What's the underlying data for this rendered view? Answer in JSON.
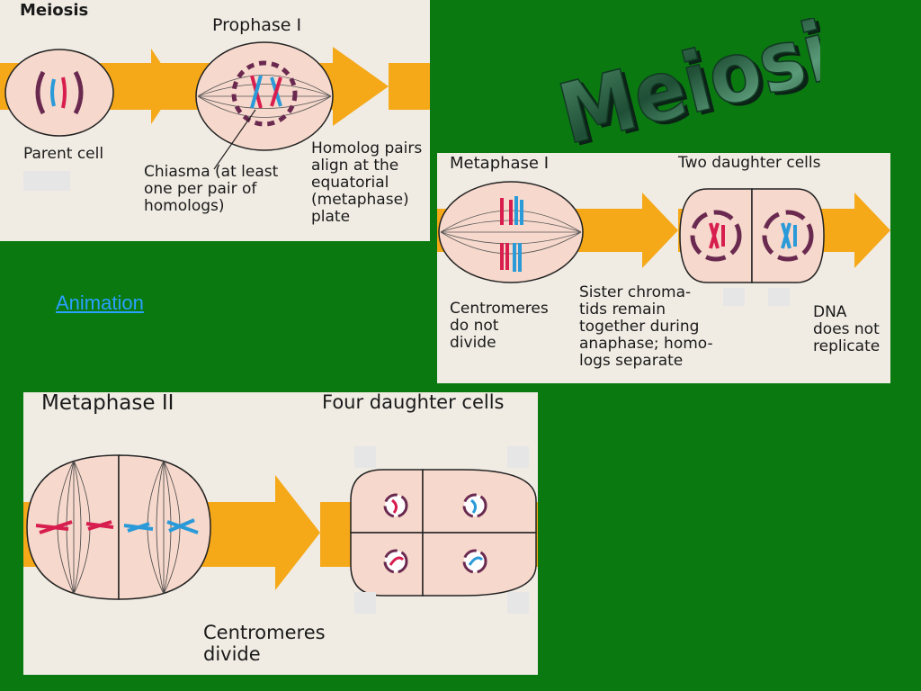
{
  "slide_title": "Meiosis",
  "link": {
    "animation": "Animation"
  },
  "panel1": {
    "heading": "Meiosis",
    "stage": "Prophase I",
    "parent_cell": "Parent cell",
    "chiasma": "Chiasma (at least\none per pair of\nhomologs)",
    "homolog_pairs": "Homolog pairs\nalign at the\nequatorial\n(metaphase)\nplate"
  },
  "panel2": {
    "stage": "Metaphase I",
    "result": "Two daughter cells",
    "centromeres": "Centromeres\ndo not\ndivide",
    "sister": "Sister chroma-\ntids remain\ntogether during\nanaphase; homo-\nlogs separate",
    "dna": "DNA\ndoes not\nreplicate"
  },
  "panel3": {
    "stage": "Metaphase II",
    "result": "Four daughter cells",
    "centromeres": "Centromeres\ndivide"
  },
  "colors": {
    "background": "#0a7a10",
    "arrow": "#f5a818",
    "cell": "#f6d8cc",
    "chromosome_red": "#d81e4e",
    "chromosome_blue": "#2a9ad8",
    "envelope": "#6a2a50",
    "title_marble": "#2f6a4a"
  }
}
